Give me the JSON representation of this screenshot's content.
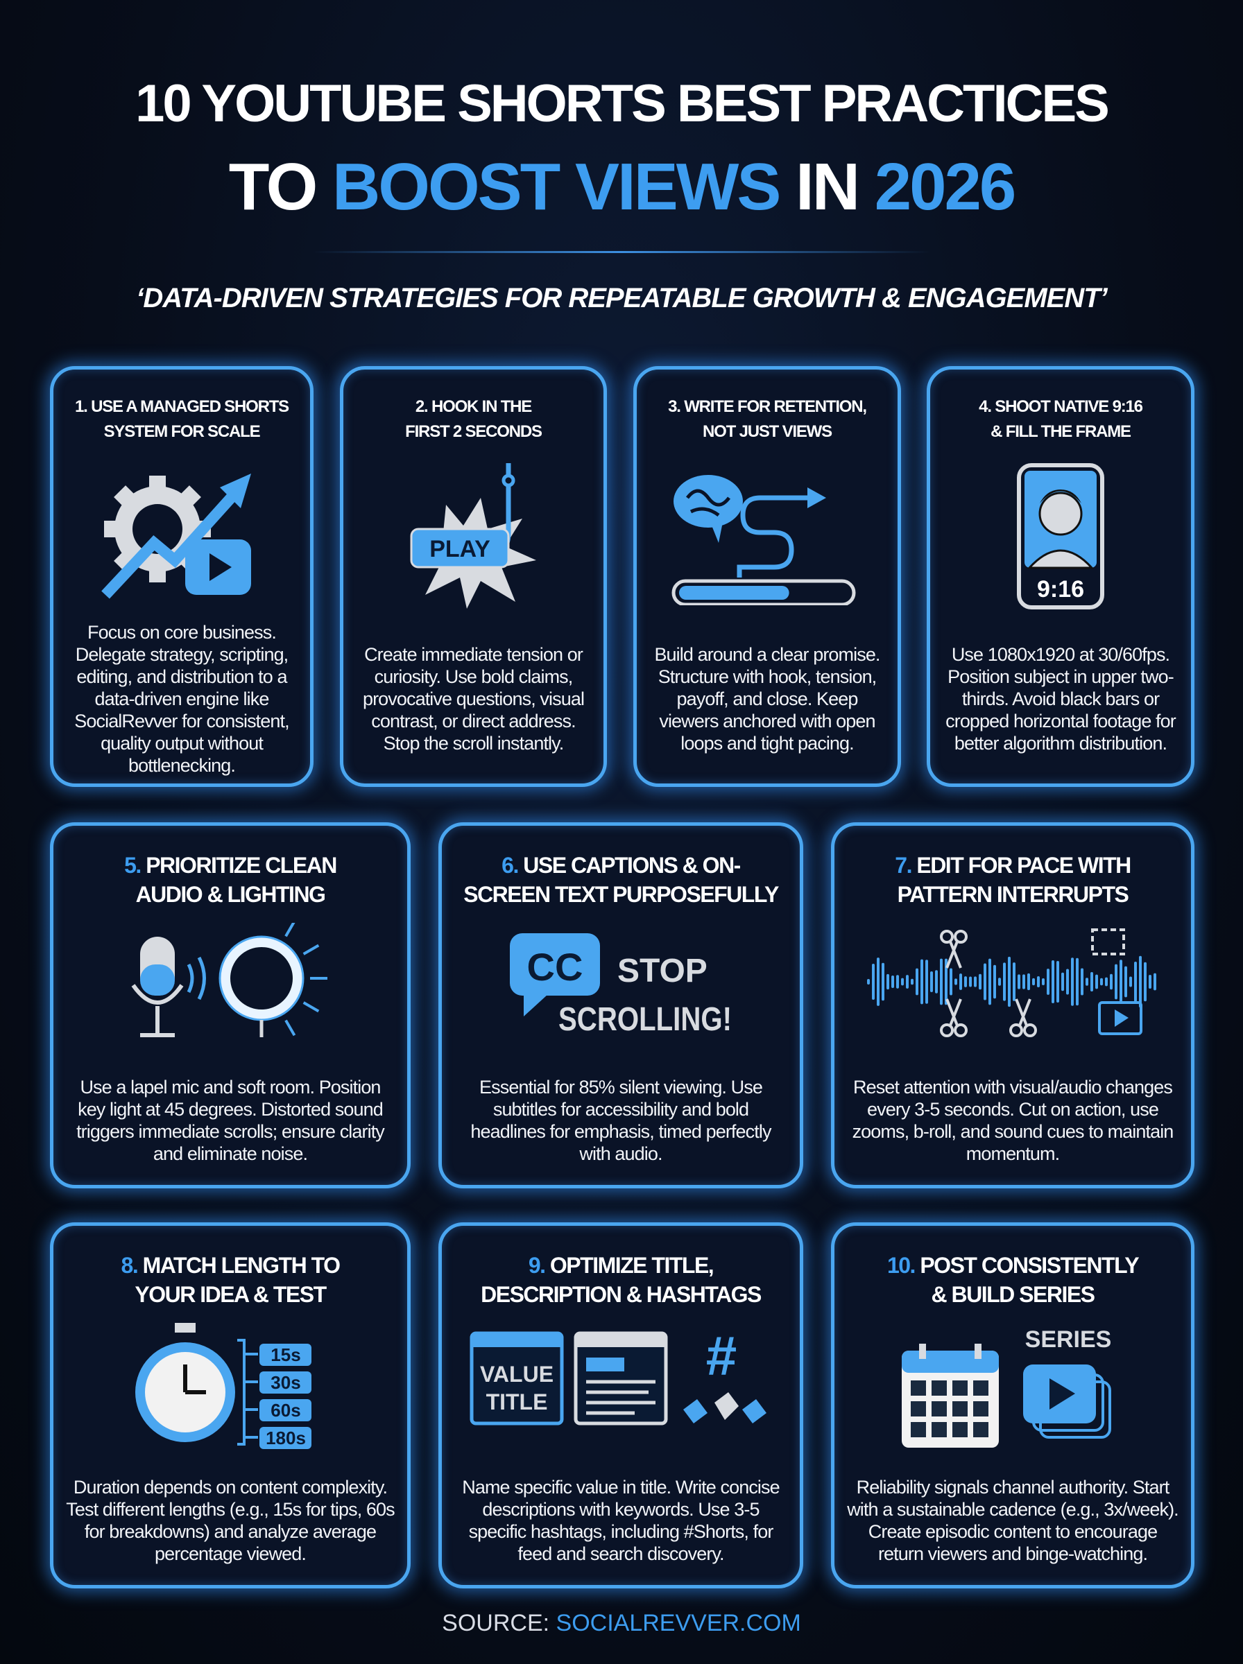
{
  "header": {
    "title_line1": "10 YOUTUBE SHORTS BEST PRACTICES",
    "title_line2_a": "TO ",
    "title_line2_b": "BOOST VIEWS",
    "title_line2_c": " IN ",
    "title_line2_d": "2026",
    "subtitle": "‘DATA-DRIVEN STRATEGIES FOR REPEATABLE GROWTH & ENGAGEMENT’"
  },
  "colors": {
    "accent": "#3d9df0",
    "background": "#070d1a",
    "card": "#0a1327",
    "border": "#4aa6f0"
  },
  "cards": [
    {
      "number": "1.",
      "line1": "USE A MANAGED SHORTS",
      "line2": "SYSTEM FOR SCALE",
      "icon": "gear-growth-play-icon",
      "body": "Focus on core business. Delegate strategy, scripting, editing, and distribution to a data-driven engine like SocialRevver for consistent, quality output without bottlenecking."
    },
    {
      "number": "2.",
      "line1": "HOOK IN THE",
      "line2": "FIRST 2 SECONDS",
      "icon": "hook-play-icon",
      "icon_text": "PLAY",
      "body": "Create immediate tension or curiosity. Use bold claims, provocative questions, visual contrast, or direct address. Stop the scroll instantly."
    },
    {
      "number": "3.",
      "line1": "WRITE FOR RETENTION,",
      "line2": "NOT JUST VIEWS",
      "icon": "brain-progress-icon",
      "retention_progress": 0.65,
      "body": "Build around a clear promise. Structure with hook, tension, payoff, and close. Keep viewers anchored with open loops and tight pacing."
    },
    {
      "number": "4.",
      "line1": "SHOOT NATIVE 9:16",
      "line2": "& FILL THE FRAME",
      "icon": "phone-portrait-icon",
      "icon_text": "9:16",
      "body": "Use 1080x1920 at 30/60fps. Position subject in upper two-thirds. Avoid black bars or cropped horizontal footage for better algorithm distribution."
    },
    {
      "number": "5.",
      "line1": "PRIORITIZE CLEAN",
      "line2": "AUDIO & LIGHTING",
      "icon": "mic-ringlight-icon",
      "body": "Use a lapel mic and soft room. Position key light at 45 degrees. Distorted sound triggers immediate scrolls; ensure clarity and eliminate noise."
    },
    {
      "number": "6.",
      "line1": "USE CAPTIONS & ON-",
      "line2": "SCREEN TEXT PURPOSEFULLY",
      "icon": "captions-icon",
      "icon_text": "CC",
      "icon_text2": "STOP",
      "icon_text3": "SCROLLING!",
      "body": "Essential for 85% silent viewing. Use subtitles for accessibility and bold headlines for emphasis, timed perfectly with audio."
    },
    {
      "number": "7.",
      "line1": "EDIT FOR PACE WITH",
      "line2": "PATTERN INTERRUPTS",
      "icon": "waveform-scissors-icon",
      "body": "Reset attention with visual/audio changes every 3-5 seconds. Cut on action, use zooms, b-roll, and sound cues to maintain momentum."
    },
    {
      "number": "8.",
      "line1": "MATCH LENGTH TO",
      "line2": "YOUR IDEA & TEST",
      "icon": "stopwatch-icon",
      "durations": [
        "15s",
        "30s",
        "60s",
        "180s"
      ],
      "body": "Duration depends on content complexity. Test different lengths (e.g., 15s for tips, 60s for breakdowns) and analyze average percentage viewed."
    },
    {
      "number": "9.",
      "line1": "OPTIMIZE TITLE,",
      "line2": "DESCRIPTION & HASHTAGS",
      "icon": "title-description-hashtag-icon",
      "icon_text": "VALUE",
      "icon_text2": "TITLE",
      "icon_text3": "#",
      "body": "Name specific value in title. Write concise descriptions with keywords. Use 3-5 specific hashtags, including #Shorts, for feed and search discovery."
    },
    {
      "number": "10.",
      "line1": "POST CONSISTENTLY",
      "line2": "& BUILD SERIES",
      "icon": "calendar-series-icon",
      "icon_text": "SERIES",
      "body": "Reliability signals channel authority. Start with a sustainable cadence (e.g., 3x/week). Create episodic content to encourage return viewers and binge-watching."
    }
  ],
  "footer": {
    "source_label": "SOURCE: ",
    "source_link": "SOCIALREVVER.COM"
  }
}
